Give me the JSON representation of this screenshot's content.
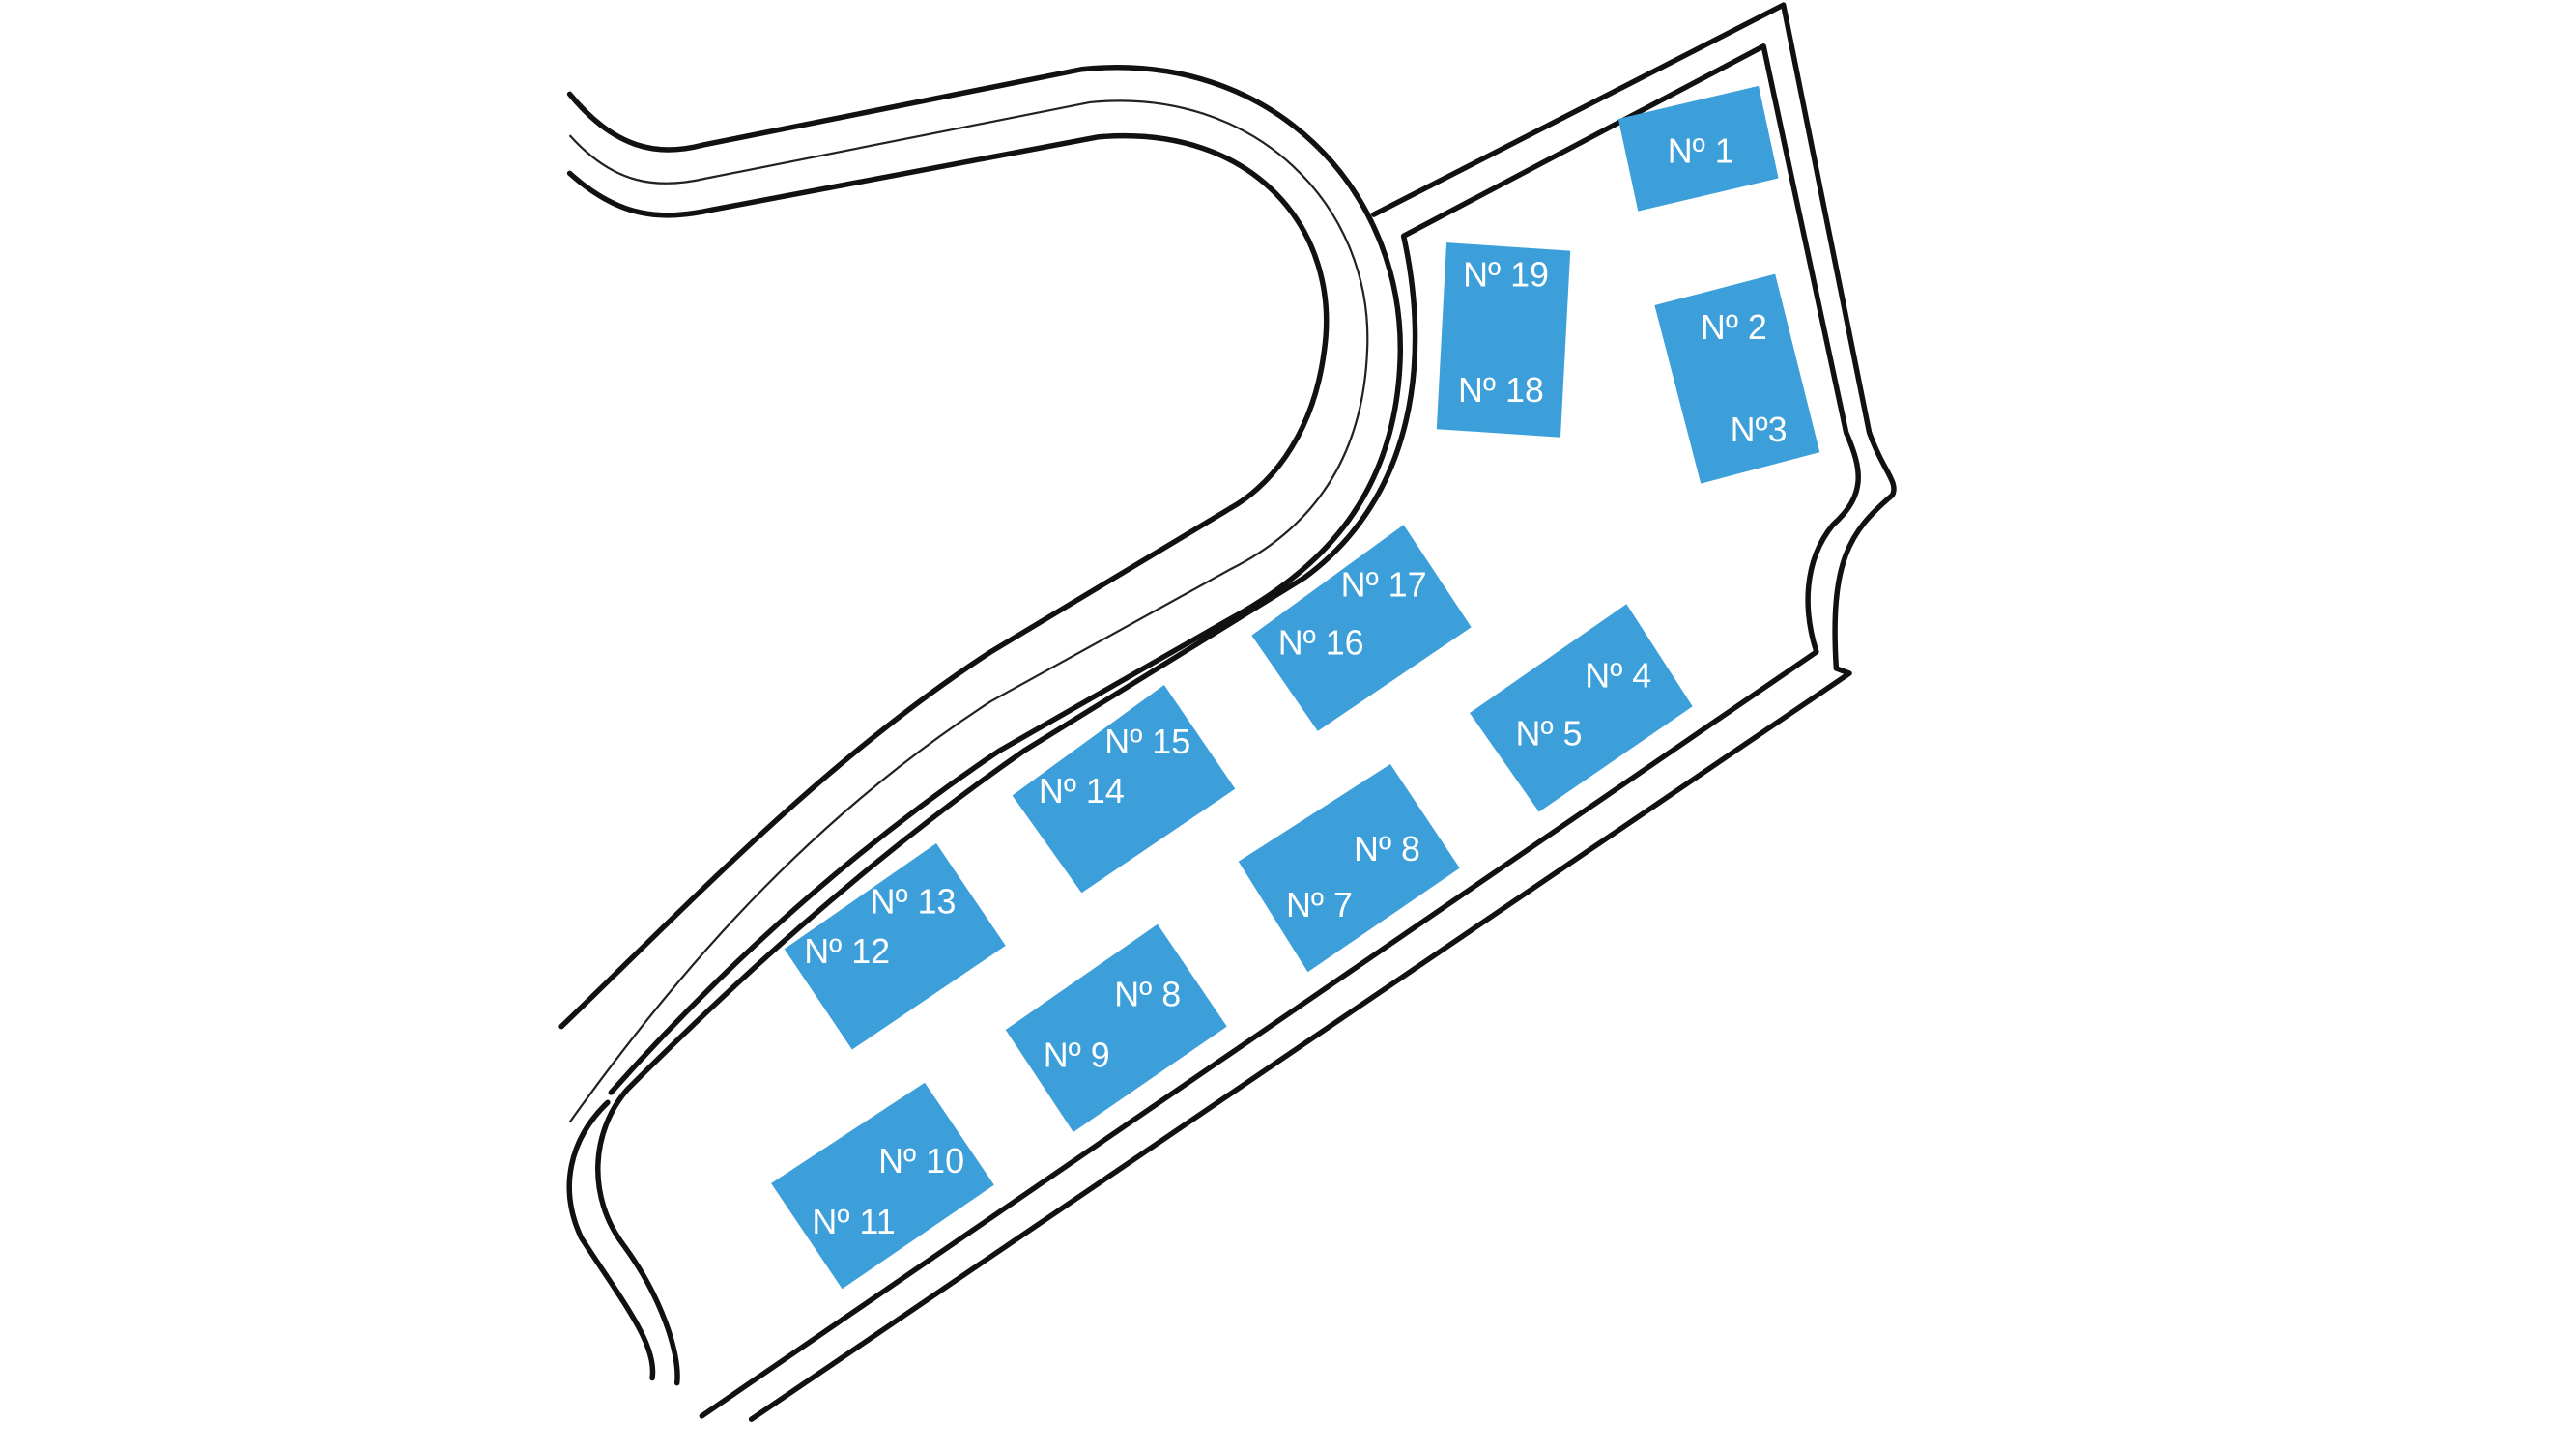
{
  "colors": {
    "lot": "#3d9fd9",
    "line": "#111111",
    "background": "#ffffff"
  },
  "lots": [
    {
      "id": "lot-1",
      "labels": [
        "Nº 1"
      ]
    },
    {
      "id": "lot-19-18",
      "labels": [
        "Nº 19",
        "Nº 18"
      ]
    },
    {
      "id": "lot-2-3",
      "labels": [
        "Nº 2",
        "Nº3"
      ]
    },
    {
      "id": "lot-17-16",
      "labels": [
        "Nº 17",
        "Nº 16"
      ]
    },
    {
      "id": "lot-4-5",
      "labels": [
        "Nº 4",
        "Nº 5"
      ]
    },
    {
      "id": "lot-15-14",
      "labels": [
        "Nº 15",
        "Nº 14"
      ]
    },
    {
      "id": "lot-8-7",
      "labels": [
        "Nº 8",
        "Nº 7"
      ]
    },
    {
      "id": "lot-13-12",
      "labels": [
        "Nº 13",
        "Nº 12"
      ]
    },
    {
      "id": "lot-8-9",
      "labels": [
        "Nº 8",
        "Nº 9"
      ]
    },
    {
      "id": "lot-10-11",
      "labels": [
        "Nº 10",
        "Nº 11"
      ]
    }
  ]
}
